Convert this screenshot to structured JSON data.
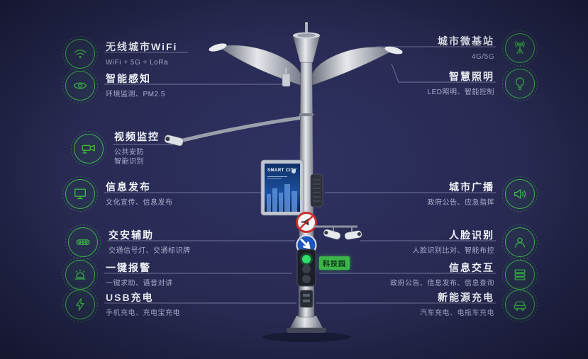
{
  "colors": {
    "background": "#282a52",
    "accent": "#3cb549",
    "line": "#b9bed8"
  },
  "left_features": [
    {
      "title": "无线城市WiFi",
      "subtitle": "WiFi + 5G + LoRa"
    },
    {
      "title": "智能感知",
      "subtitle": "环境监测、PM2.5"
    },
    {
      "title": "视频监控",
      "subtitle": "公共安防",
      "subtitle2": "智能识别"
    },
    {
      "title": "信息发布",
      "subtitle": "文化宣传、信息发布"
    },
    {
      "title": "交安辅助",
      "subtitle": "交通信号灯、交通标识牌"
    },
    {
      "title": "一键报警",
      "subtitle": "一键求助、语音对讲"
    },
    {
      "title": "USB充电",
      "subtitle": "手机充电、充电宝充电"
    }
  ],
  "right_features": [
    {
      "title": "城市微基站",
      "subtitle": "4G/5G"
    },
    {
      "title": "智慧照明",
      "subtitle": "LED照明、智能控制"
    },
    {
      "title": "城市广播",
      "subtitle": "政府公告、应急指挥"
    },
    {
      "title": "人脸识别",
      "subtitle": "人脸识别比对、智能布控"
    },
    {
      "title": "信息交互",
      "subtitle": "政府公告、信息发布、信息查询"
    },
    {
      "title": "新能源充电",
      "subtitle": "汽车充电、电瓶车充电"
    }
  ],
  "pole": {
    "screen_title": "SMART CITY",
    "tech_park_label": "科技园"
  }
}
